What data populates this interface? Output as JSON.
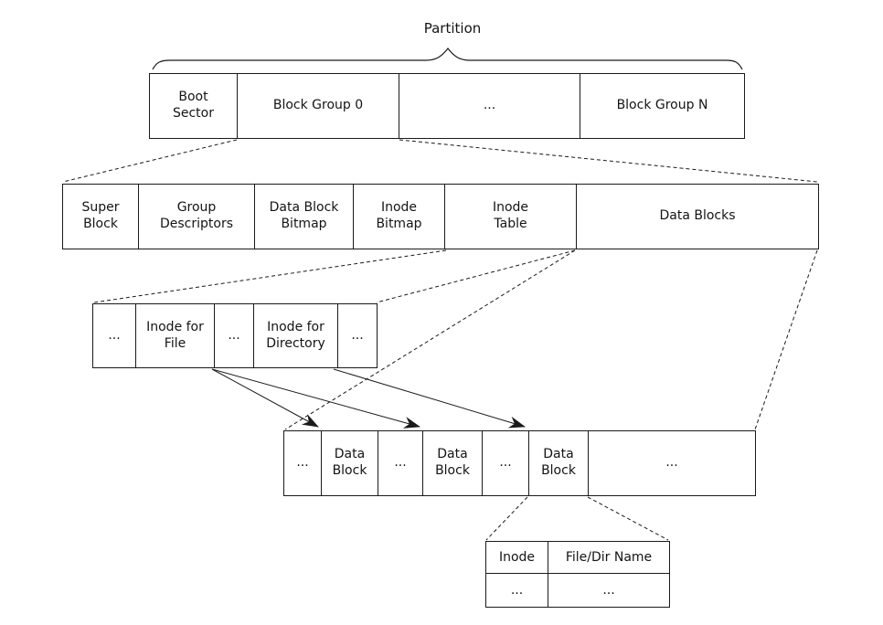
{
  "diagram_title": "Partition",
  "colors": {
    "line": "#1a1a1a",
    "text": "#141414",
    "background": "#ffffff"
  },
  "partition_row": {
    "cells": [
      "Boot Sector",
      "Block Group 0",
      "...",
      "Block Group N"
    ]
  },
  "block_group_row": {
    "cells": [
      "Super Block",
      "Group Descriptors",
      "Data Block Bitmap",
      "Inode Bitmap",
      "Inode Table",
      "Data Blocks"
    ]
  },
  "inode_table_row": {
    "cells": [
      "...",
      "Inode for File",
      "...",
      "Inode for Directory",
      "..."
    ]
  },
  "data_block_row": {
    "cells": [
      "...",
      "Data Block",
      "...",
      "Data Block",
      "...",
      "Data Block",
      "..."
    ]
  },
  "directory_table": {
    "headers": [
      "Inode",
      "File/Dir Name"
    ],
    "rows": [
      [
        "...",
        "..."
      ]
    ]
  }
}
